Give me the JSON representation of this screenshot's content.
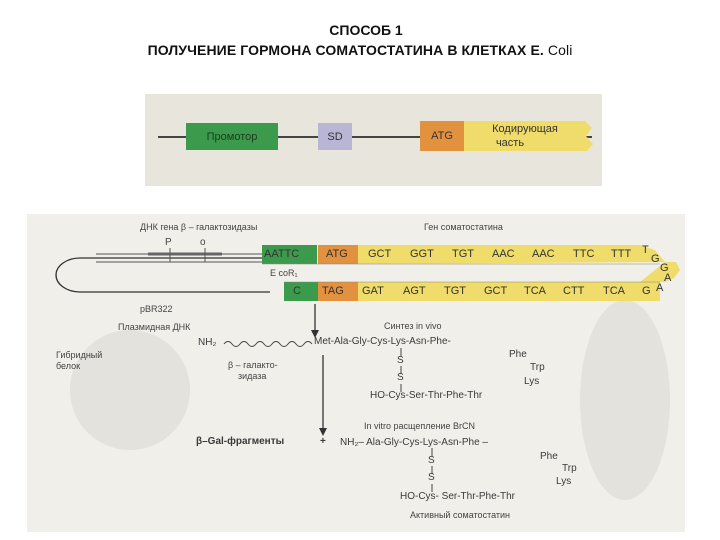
{
  "title": {
    "line1": "СПОСОБ 1",
    "line2_main": "ПОЛУЧЕНИЕ ГОРМОНА СОМАТОСТАТИНА В КЛЕТКАХ E. ",
    "line2_tail": "Coli"
  },
  "gene_bar": {
    "promoter": "Промотор",
    "sd": "SD",
    "atg": "ATG",
    "coding_1": "Кодирующая",
    "coding_2": "часть",
    "colors": {
      "promoter": "#3c9a4c",
      "sd": "#b9b5d4",
      "atg": "#e2913e",
      "coding": "#efdc6a"
    }
  },
  "plasmid": {
    "label_gene": "ДНК гена  β – галактозидазы",
    "label_p": "P",
    "label_o": "o",
    "label_somatostatin_gene": "Ген соматостатина",
    "top_codons": [
      "AATTC",
      "ATG",
      "GCT",
      "GGT",
      "TGT",
      "AAC",
      "AAC",
      "TTC",
      "TTT",
      "T"
    ],
    "bottom_codons": [
      "C",
      "TAG",
      "GAT",
      "AGT",
      "TGT",
      "GCT",
      "TCA",
      "CTT",
      "TCA",
      "G"
    ],
    "turn_letters": [
      "G",
      "G",
      "A",
      "A"
    ],
    "ecori": "E coR₁",
    "pbr": "pBR322",
    "plasmid_dna": "Плазмидная ДНК",
    "hybrid_1": "Гибридный",
    "hybrid_2": "белок"
  },
  "protein": {
    "synthesis": "Синтез in vivo",
    "nh2": "NH₂",
    "chain1": "Met-Ala-Gly-Cys-Lys-Asn-Phe-",
    "phe": "Phe",
    "trp": "Trp",
    "lys": "Lys",
    "s": "S",
    "chain2": "HO-Cys-Ser-Thr-Phe-Thr",
    "galacto_1": "β – галакто-",
    "galacto_2": "зидаза",
    "cleavage": "In vitro расщепление BrCN",
    "gal_fragments": "β–Gal-фрагменты",
    "plus": "+",
    "chain3": "NH₂– Ala-Gly-Cys-Lys-Asn-Phe –",
    "chain4": "HO-Cys- Ser-Thr-Phe-Thr",
    "active": "Активный соматостатин"
  }
}
